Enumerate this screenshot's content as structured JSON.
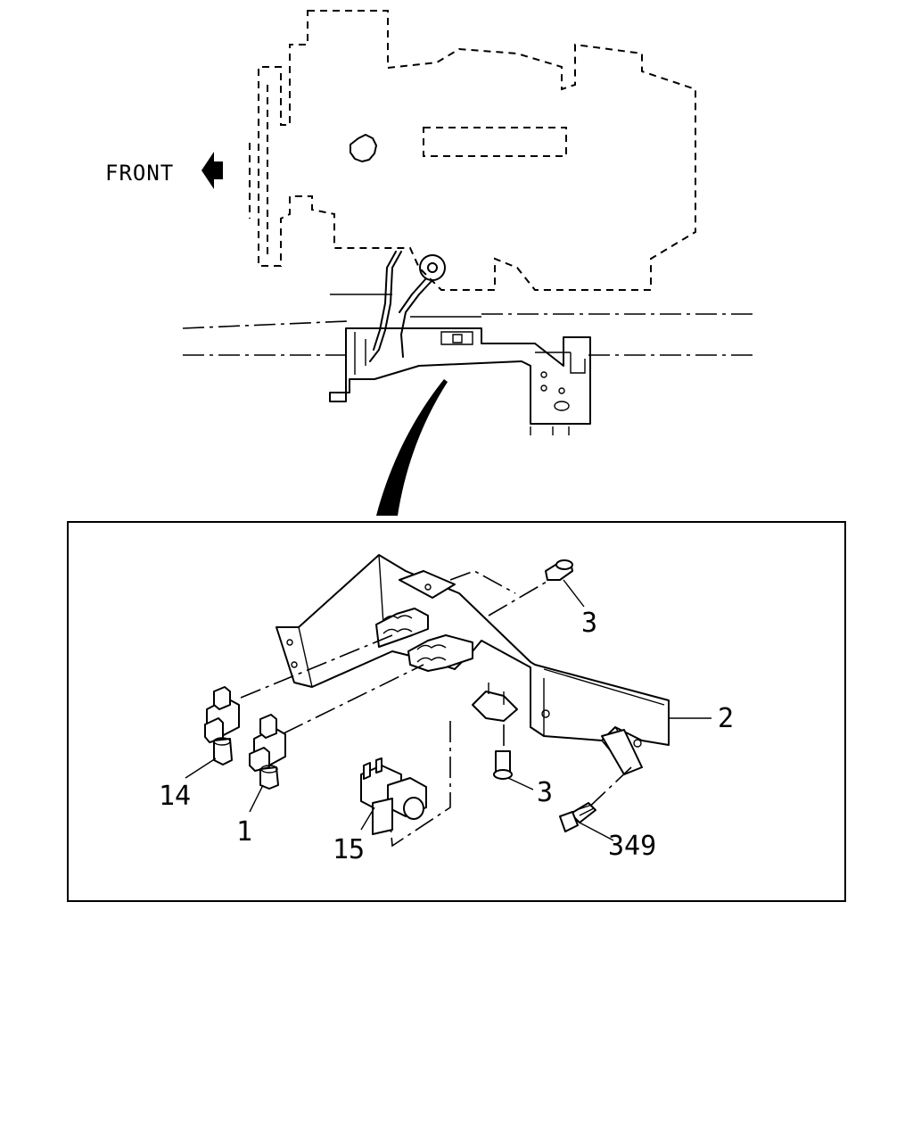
{
  "overview": {
    "front_label": "FRONT"
  },
  "callouts": {
    "p3_top": "3",
    "p2": "2",
    "p14": "14",
    "p1": "1",
    "p3_bottom": "3",
    "p15": "15",
    "p349": "349"
  },
  "colors": {
    "line": "#000000",
    "background": "#ffffff"
  },
  "icons": {
    "direction": "arrow-left-icon"
  }
}
